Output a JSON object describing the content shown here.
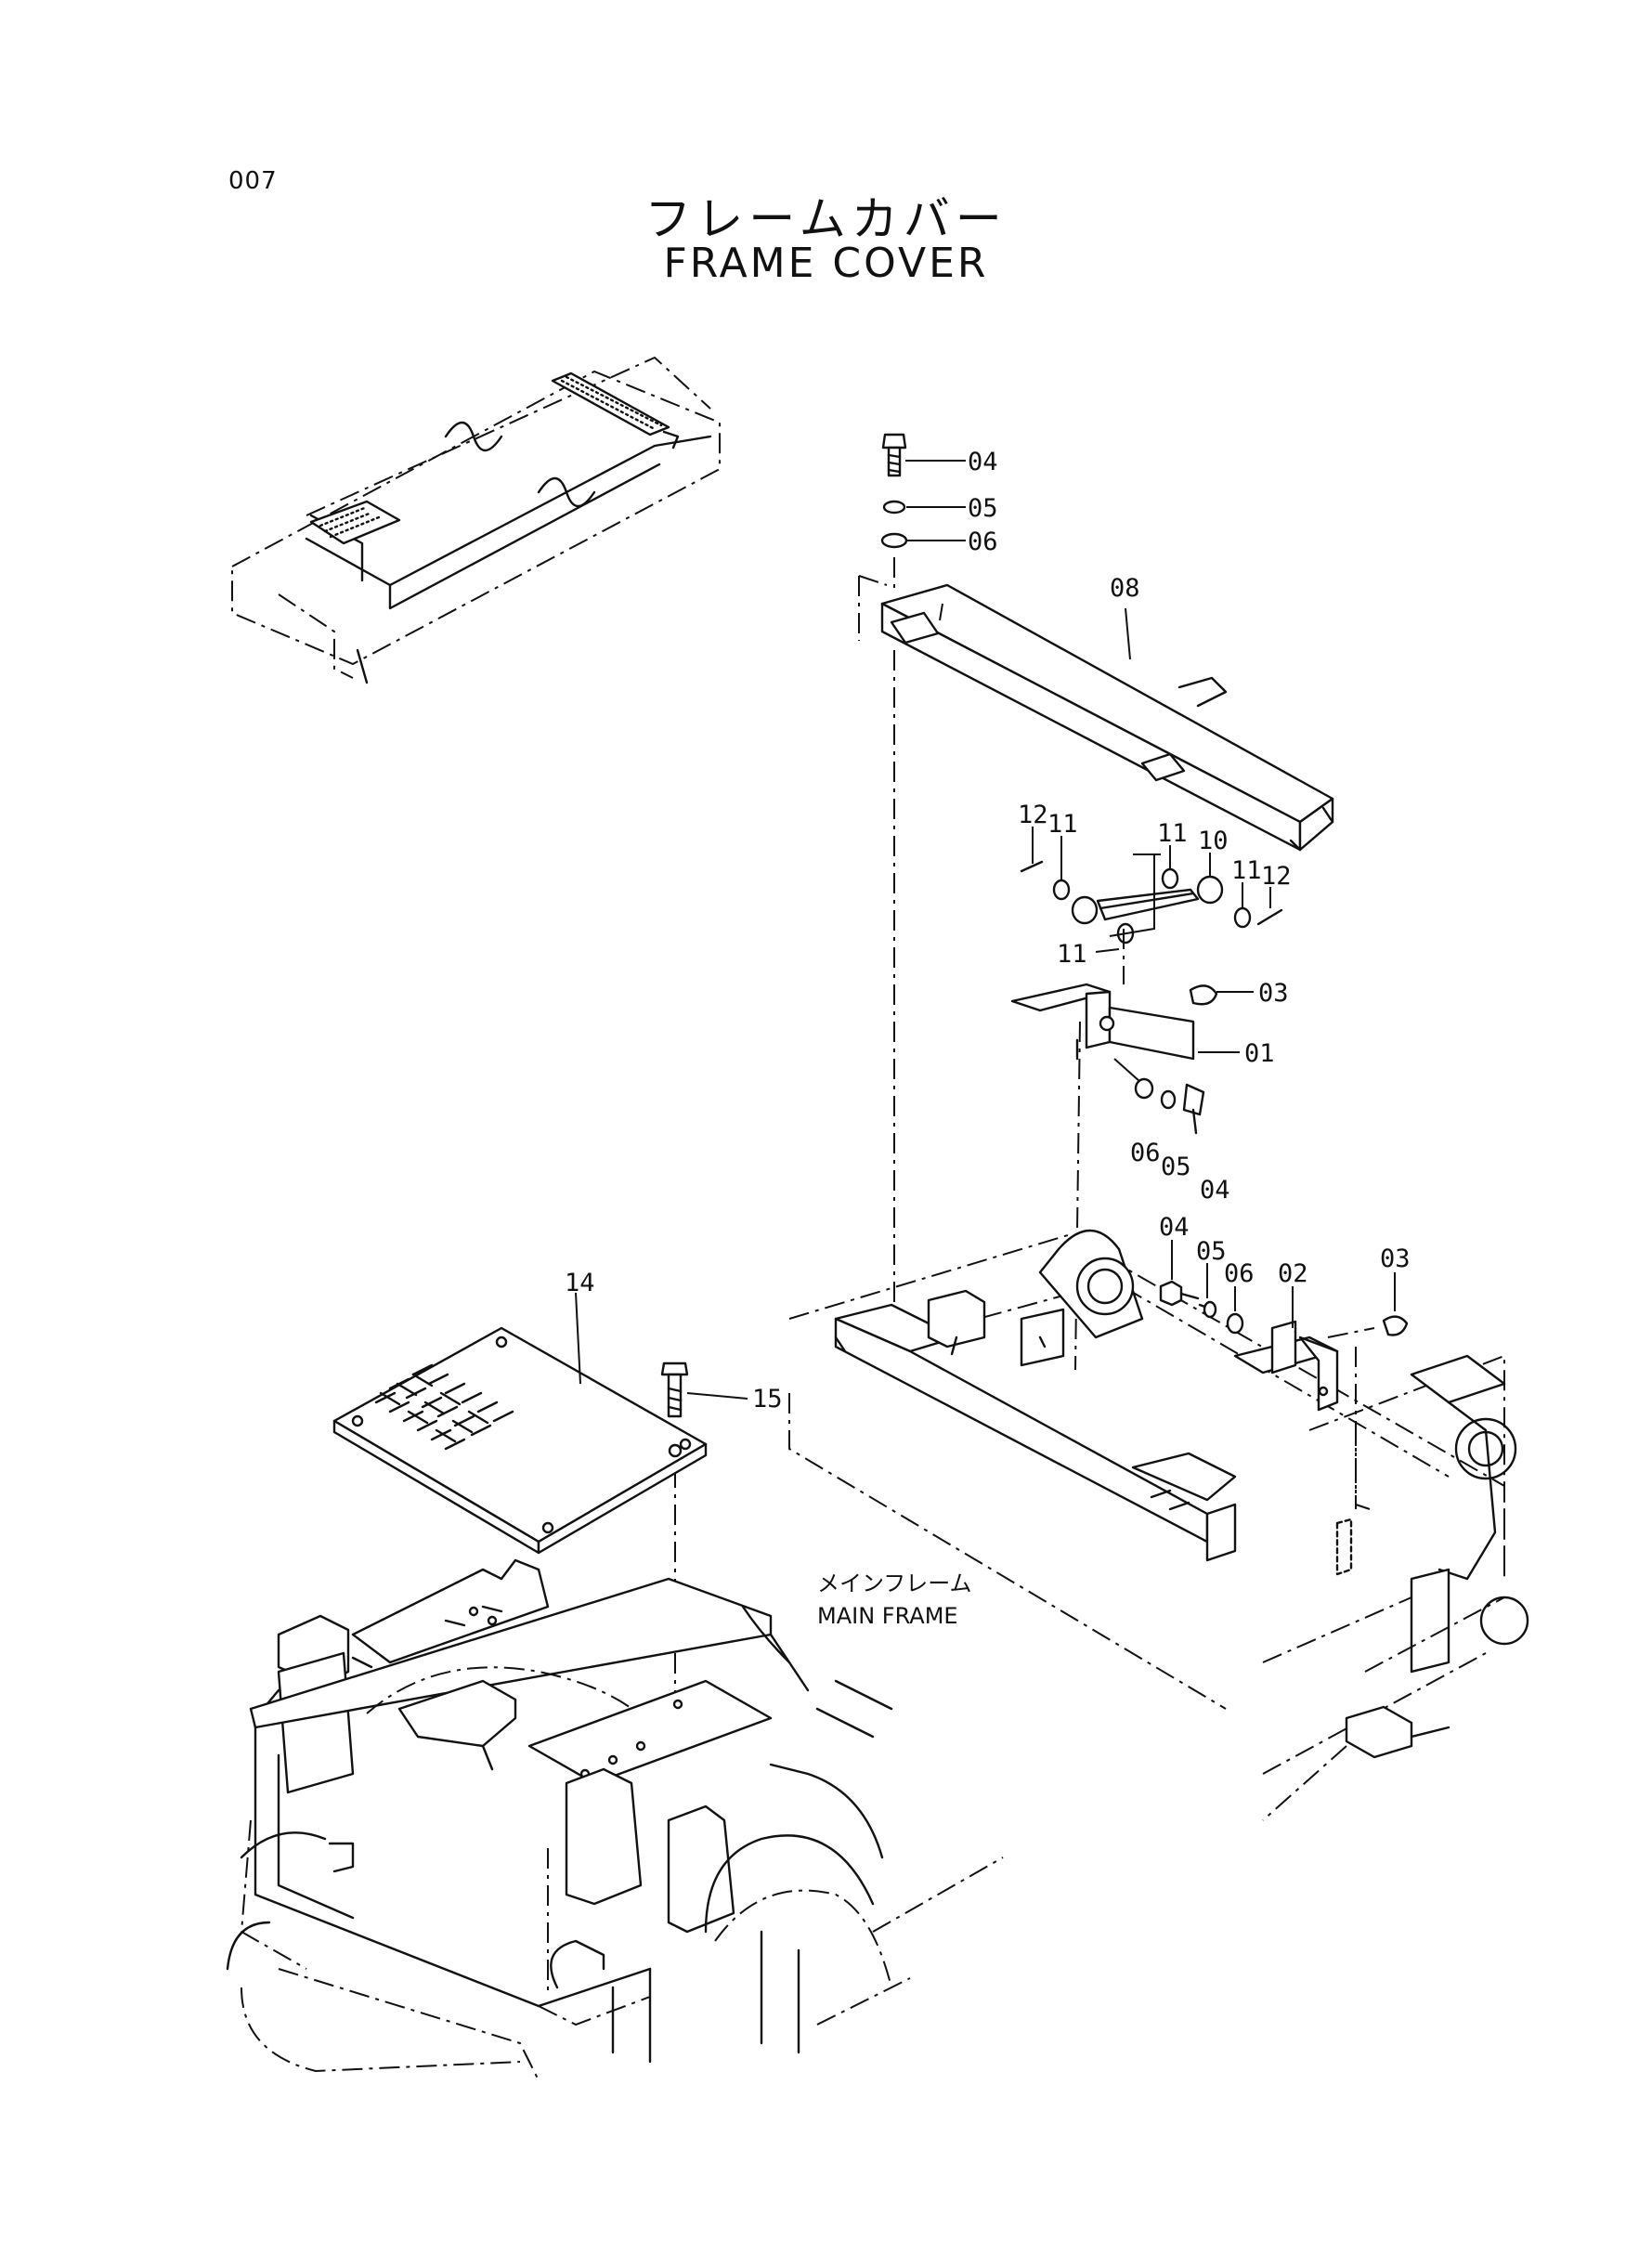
{
  "page_number": "007",
  "title": {
    "japanese": "フレームカバー",
    "english": "FRAME COVER"
  },
  "main_frame_label": {
    "japanese": "メインフレーム",
    "english": "MAIN FRAME"
  },
  "callouts": {
    "c04_top": "04",
    "c05_top": "05",
    "c06_top": "06",
    "c08": "08",
    "c12_left": "12",
    "c11_a": "11",
    "c11_b": "11",
    "c10": "10",
    "c11_c": "11",
    "c12_right": "12",
    "c11_d": "11",
    "c03_upper": "03",
    "c01": "01",
    "c06_mid": "06",
    "c05_mid": "05",
    "c04_mid": "04",
    "c04_low": "04",
    "c05_low": "05",
    "c06_low": "06",
    "c02": "02",
    "c03_low": "03",
    "c14": "14",
    "c15": "15"
  }
}
